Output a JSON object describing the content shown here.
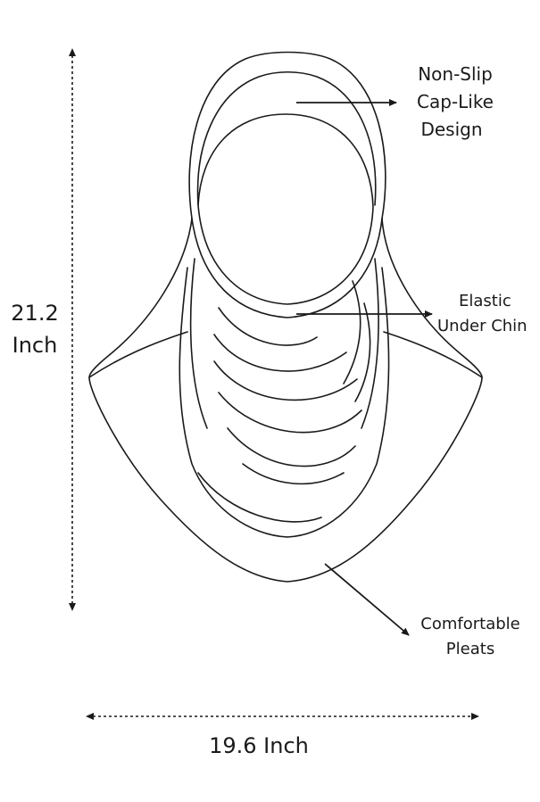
{
  "callouts": {
    "cap": {
      "lines": [
        "Non-Slip",
        "Cap-Like",
        "Design"
      ]
    },
    "chin": {
      "lines": [
        "Elastic",
        "Under Chin"
      ]
    },
    "pleats": {
      "lines": [
        "Comfortable",
        "Pleats"
      ]
    }
  },
  "dimensions": {
    "height": {
      "lines": [
        "21.2",
        "Inch"
      ]
    },
    "width": {
      "text": "19.6 Inch"
    }
  },
  "colors": {
    "line": "#1a1a1a",
    "background": "#ffffff"
  }
}
